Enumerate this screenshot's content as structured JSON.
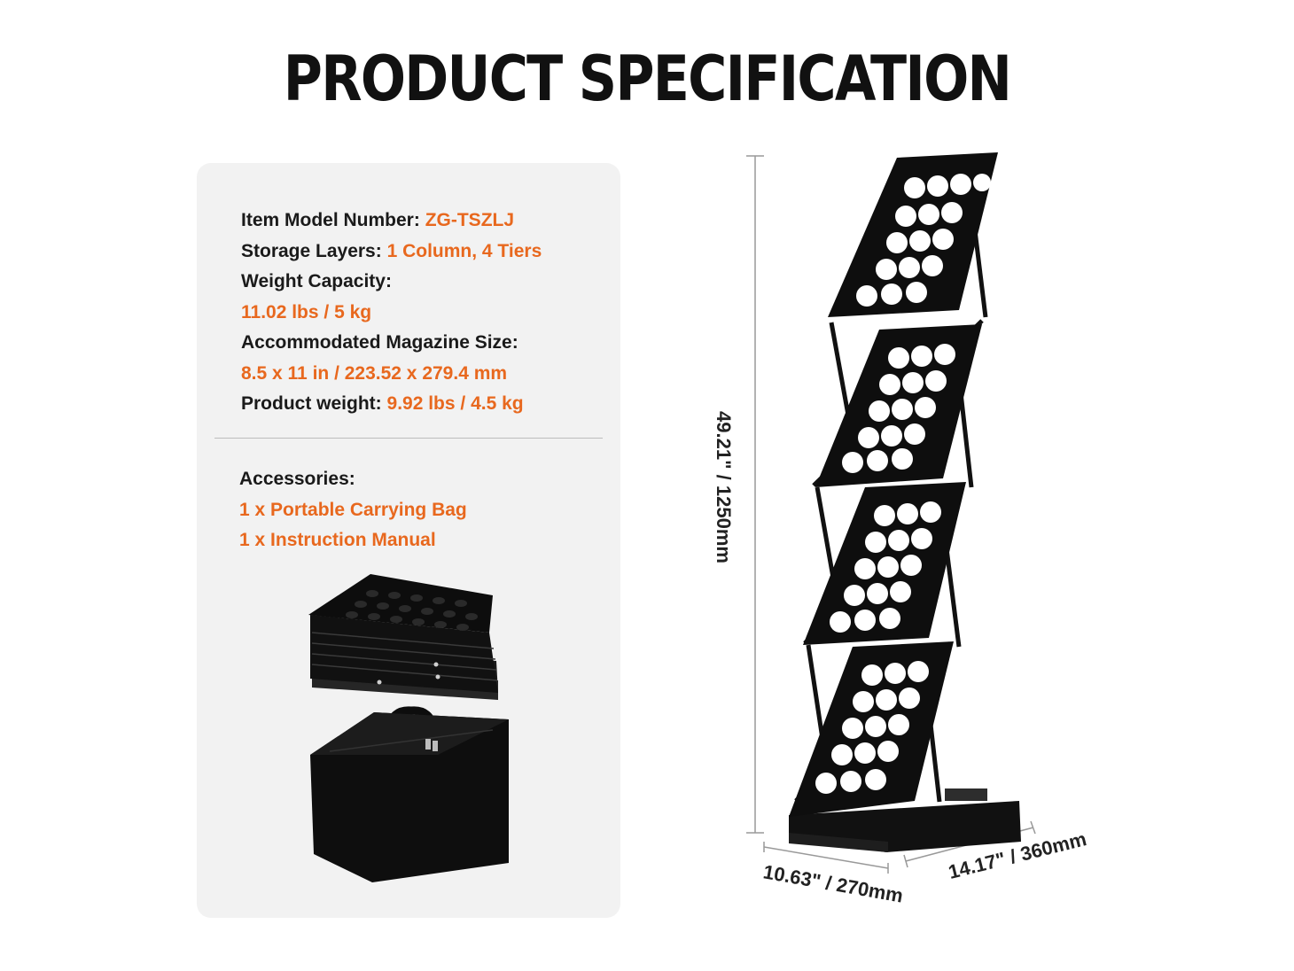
{
  "title": "PRODUCT SPECIFICATION",
  "specs": {
    "model_label": "Item Model Number:",
    "model_value": "ZG-TSZLJ",
    "layers_label": "Storage Layers:",
    "layers_value": "1 Column, 4 Tiers",
    "capacity_label": "Weight Capacity:",
    "capacity_value": "11.02 lbs / 5 kg",
    "magazine_label": "Accommodated Magazine Size:",
    "magazine_value": "8.5 x 11 in / 223.52 x 279.4 mm",
    "weight_label": "Product weight:",
    "weight_value": "9.92 lbs / 4.5 kg"
  },
  "accessories": {
    "label": "Accessories:",
    "items": [
      "1 x Portable Carrying Bag",
      "1 x Instruction Manual"
    ]
  },
  "dimensions": {
    "height": "49.21\" / 1250mm",
    "width": "10.63\" / 270mm",
    "depth": "14.17\" / 360mm"
  },
  "colors": {
    "accent": "#e8681e",
    "panel": "#f2f2f2",
    "product": "#111111"
  }
}
